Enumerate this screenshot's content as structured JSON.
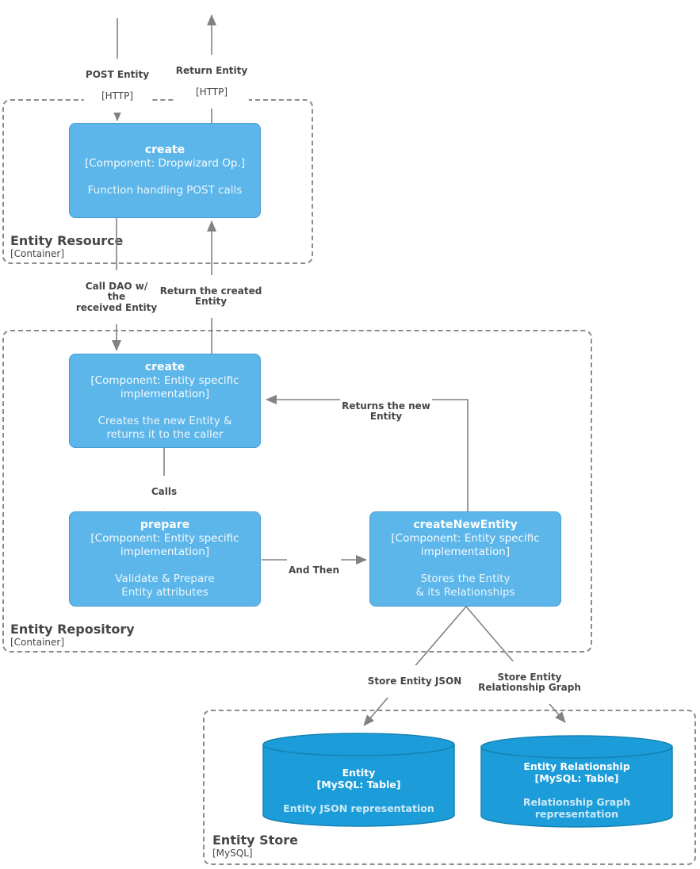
{
  "colors": {
    "component_fill": "#5CB6EA",
    "component_border": "#4A9BD5",
    "db_fill": "#1C9DD9",
    "db_border": "#1581B3",
    "wire": "#828282",
    "label_text": "#464646",
    "container_border": "#8C8C8C",
    "bg": "#FFFFFF"
  },
  "containers": [
    {
      "id": "entity-resource",
      "title": "Entity Resource",
      "type": "[Container]"
    },
    {
      "id": "entity-repository",
      "title": "Entity Repository",
      "type": "[Container]"
    },
    {
      "id": "entity-store",
      "title": "Entity Store",
      "type": "[MySQL]"
    }
  ],
  "components": [
    {
      "id": "create-resource",
      "title": "create",
      "meta": "[Component: Dropwizard Op.]",
      "desc": "Function handling POST calls"
    },
    {
      "id": "create-repository",
      "title": "create",
      "meta": [
        "[Component: Entity specific",
        "implementation]"
      ],
      "desc": [
        "Creates the new Entity &",
        "returns it to the caller"
      ]
    },
    {
      "id": "prepare",
      "title": "prepare",
      "meta": [
        "[Component: Entity specific",
        "implementation]"
      ],
      "desc": [
        "Validate & Prepare",
        "Entity attributes"
      ]
    },
    {
      "id": "create-new-entity",
      "title": "createNewEntity",
      "meta": [
        "[Component: Entity specific",
        "implementation]"
      ],
      "desc": [
        "Stores the Entity",
        "& its Relationships"
      ]
    }
  ],
  "databases": [
    {
      "id": "entity-table",
      "title": "Entity",
      "meta": "[MySQL: Table]",
      "desc": [
        "Entity JSON representation"
      ]
    },
    {
      "id": "entity-relationship-table",
      "title": "Entity Relationship",
      "meta": "[MySQL: Table]",
      "desc": [
        "Relationship Graph",
        "representation"
      ]
    }
  ],
  "edges": [
    {
      "id": "post-entity",
      "from": "client",
      "to": "create-resource",
      "label": [
        "POST Entity"
      ],
      "tech": "[HTTP]"
    },
    {
      "id": "return-entity",
      "from": "create-resource",
      "to": "client",
      "label": [
        "Return Entity"
      ],
      "tech": "[HTTP]"
    },
    {
      "id": "call-dao",
      "from": "create-resource",
      "to": "create-repository",
      "label": [
        "Call DAO w/",
        "the",
        "received Entity"
      ]
    },
    {
      "id": "return-created",
      "from": "create-repository",
      "to": "create-resource",
      "label": [
        "Return the created",
        "Entity"
      ]
    },
    {
      "id": "calls",
      "from": "create-repository",
      "to": "prepare",
      "label": [
        "Calls"
      ]
    },
    {
      "id": "and-then",
      "from": "prepare",
      "to": "create-new-entity",
      "label": [
        "And Then"
      ]
    },
    {
      "id": "returns-new",
      "from": "create-new-entity",
      "to": "create-repository",
      "label": [
        "Returns the new",
        "Entity"
      ]
    },
    {
      "id": "store-json",
      "from": "create-new-entity",
      "to": "entity-table",
      "label": [
        "Store Entity JSON"
      ]
    },
    {
      "id": "store-graph",
      "from": "create-new-entity",
      "to": "entity-relationship-table",
      "label": [
        "Store Entity",
        "Relationship Graph"
      ]
    }
  ]
}
